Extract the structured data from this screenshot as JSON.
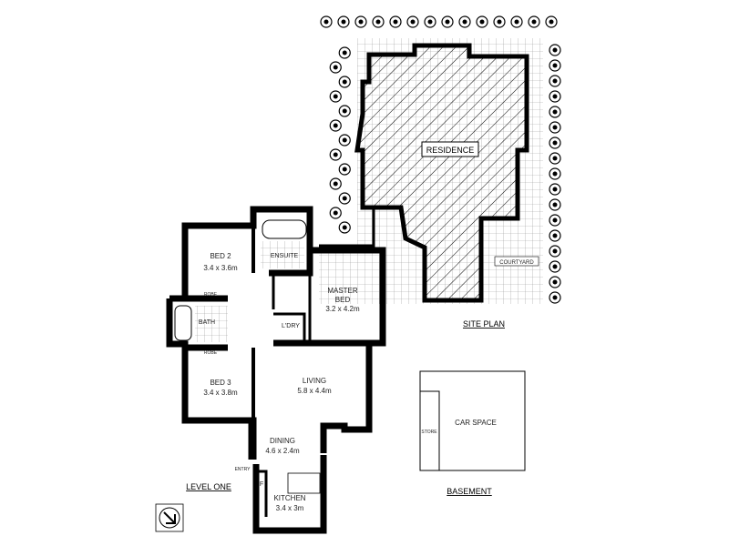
{
  "site_plan": {
    "title": "SITE PLAN",
    "residence": "RESIDENCE",
    "courtyard": "COURTYARD"
  },
  "basement": {
    "title": "BASEMENT",
    "car_space": "CAR SPACE",
    "store": "STORE"
  },
  "level_one": {
    "title": "LEVEL ONE",
    "rooms": [
      {
        "name": "BED 2",
        "size": "3.4 x 3.6m"
      },
      {
        "name": "MASTER",
        "name2": "BED",
        "size": "3.2 x 4.2m"
      },
      {
        "name": "BED 3",
        "size": "3.4 x 3.8m"
      },
      {
        "name": "LIVING",
        "size": "5.8 x 4.4m"
      },
      {
        "name": "DINING",
        "size": "4.6 x 2.4m"
      },
      {
        "name": "KITCHEN",
        "size": "3.4 x 3m"
      }
    ],
    "labels": {
      "ensuite": "ENSUITE",
      "bath": "BATH",
      "robe": "ROBE",
      "laundry": "L'DRY",
      "entry": "ENTRY",
      "fridge": "F"
    }
  }
}
